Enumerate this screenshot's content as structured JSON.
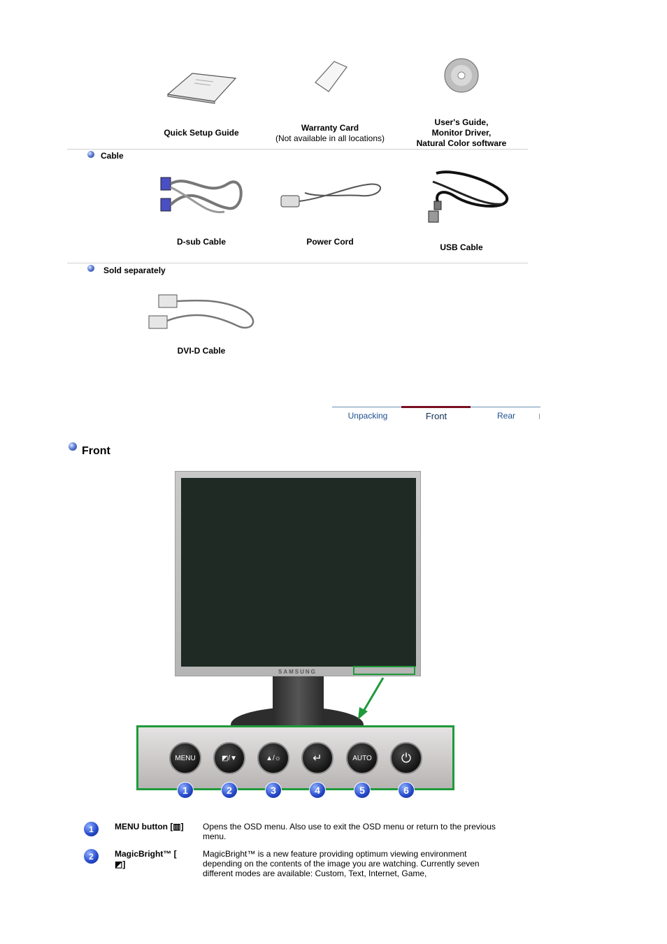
{
  "accessories": [
    {
      "label": "Quick Setup Guide"
    },
    {
      "label": "Warranty Card",
      "sub": "(Not available in all locations)"
    },
    {
      "label_lines": [
        "User's Guide,",
        "Monitor Driver,",
        "Natural Color software"
      ]
    }
  ],
  "sections": {
    "cable": "Cable",
    "sold_separately": "Sold separately"
  },
  "cables": [
    "D-sub Cable",
    "Power Cord",
    "USB Cable"
  ],
  "sold": [
    "DVI-D Cable"
  ],
  "nav": {
    "tabs": [
      "Unpacking",
      "Front",
      "Rear"
    ],
    "active": "Front"
  },
  "front": {
    "title": "Front",
    "brand": "SAMSUNG",
    "buttons": [
      {
        "icon": "menu-icon",
        "label": "MENU"
      },
      {
        "icon": "magicbright-down-icon",
        "label": "◩/▼"
      },
      {
        "icon": "up-brightness-icon",
        "label": "▲/☼"
      },
      {
        "icon": "enter-icon",
        "label": "↵"
      },
      {
        "icon": "auto-icon",
        "label": "AUTO"
      },
      {
        "icon": "power-icon",
        "label": "⏻"
      }
    ],
    "numbers": [
      "1",
      "2",
      "3",
      "4",
      "5",
      "6"
    ]
  },
  "descriptions": [
    {
      "num": "1",
      "title": "MENU button [▥]",
      "text": "Opens the OSD menu. Also use to exit the OSD menu or return to the previous menu."
    },
    {
      "num": "2",
      "title_lines": [
        "MagicBright™ [",
        "◩]"
      ],
      "text": "MagicBright™ is a new feature providing optimum viewing environment depending on the contents of the image you are watching. Currently seven different modes are available: Custom, Text, Internet, Game,"
    }
  ],
  "colors": {
    "accent_green": "#1f9a3a",
    "tab_active": "#7a1022",
    "bullet_blue": "#2548c9"
  }
}
